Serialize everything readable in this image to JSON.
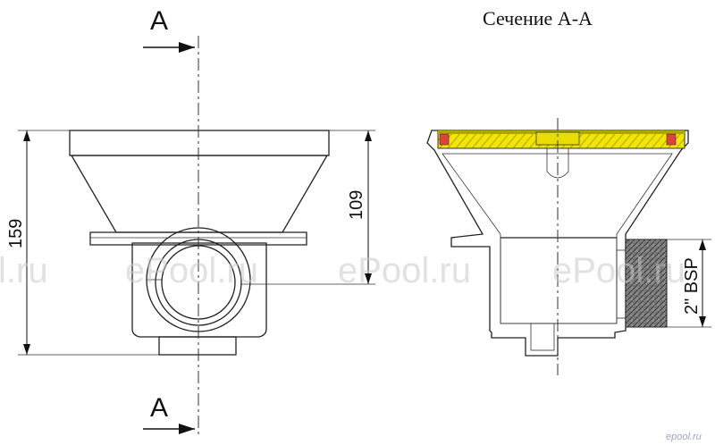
{
  "section_letter_top": "A",
  "section_letter_bottom": "A",
  "section_title": "Сечение А-А",
  "dimensions": {
    "overall_height": "159",
    "upper_height": "109",
    "thread": "2\" BSP"
  },
  "watermarks": [
    "l.ru",
    "ePool.ru",
    "ePool.ru",
    "ePool.ru"
  ],
  "corner_mark": "epool.ru",
  "colors": {
    "body_gray": "#d9d9d9",
    "grate_yellow": "#f2e600",
    "grate_red": "#e04040",
    "outline": "#222222"
  }
}
